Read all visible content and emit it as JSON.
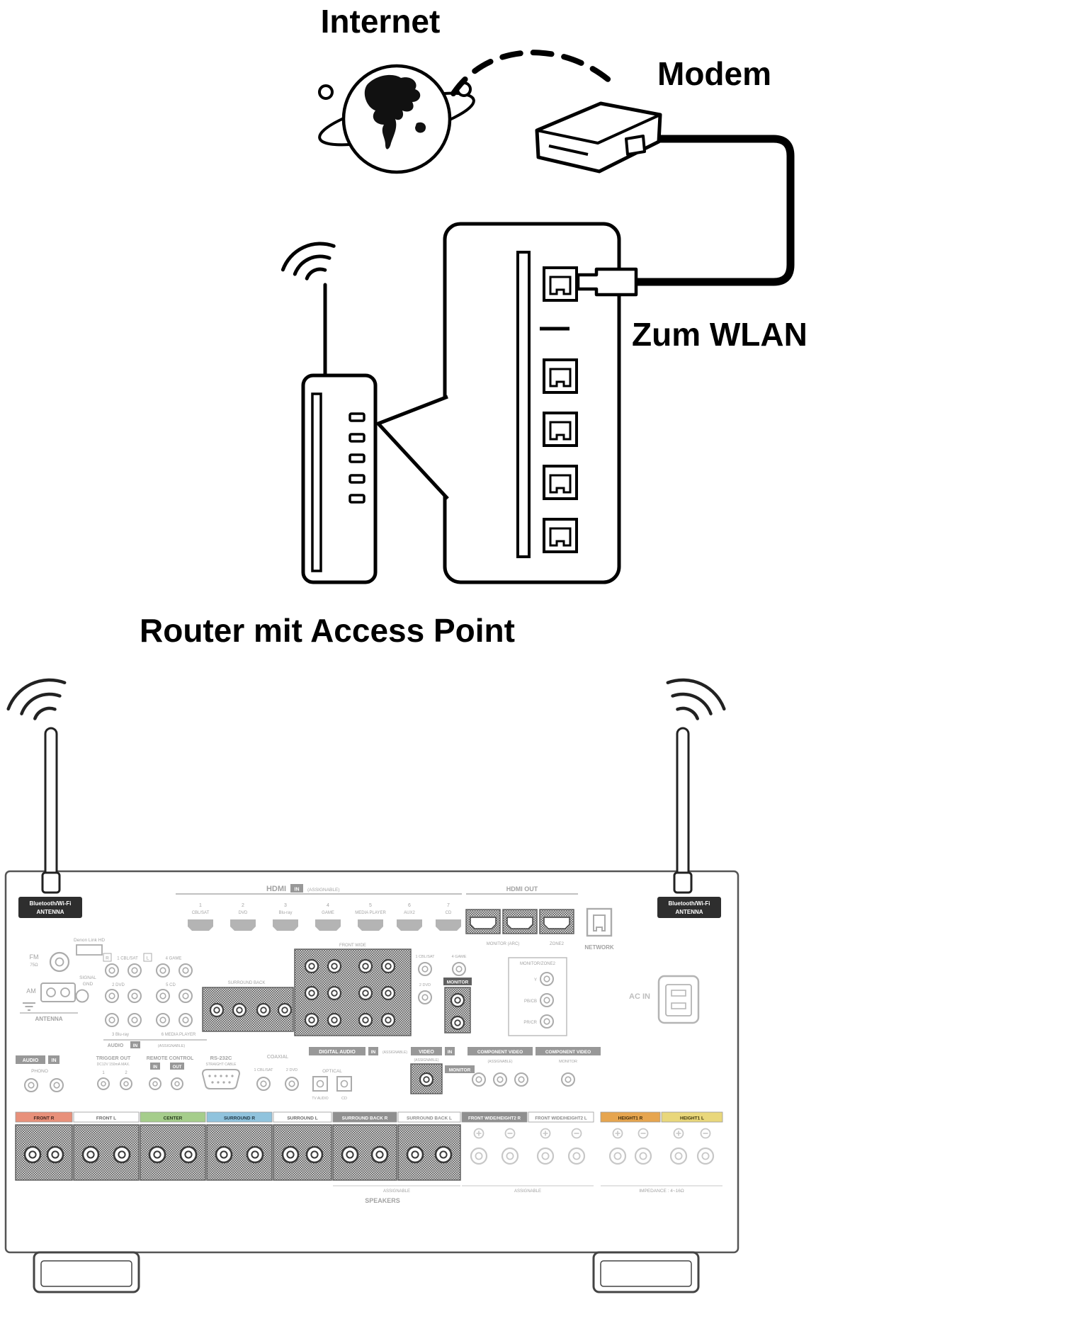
{
  "diagram": {
    "internet_label": "Internet",
    "modem_label": "Modem",
    "wlan_label": "Zum WLAN",
    "router_caption": "Router mit Access Point"
  },
  "receiver": {
    "antenna_badge_line1": "Bluetooth/Wi-Fi",
    "antenna_badge_line2": "ANTENNA",
    "hdmi": {
      "title": "HDMI",
      "in": "IN",
      "assignable": "(ASSIGNABLE)",
      "out_title": "HDMI OUT",
      "monitor_arc": "MONITOR (ARC)",
      "zone2": "ZONE2",
      "inputs": [
        {
          "num": "1",
          "name": "CBL/SAT"
        },
        {
          "num": "2",
          "name": "DVD"
        },
        {
          "num": "3",
          "name": "Blu-ray"
        },
        {
          "num": "4",
          "name": "GAME"
        },
        {
          "num": "5",
          "name": "MEDIA PLAYER"
        },
        {
          "num": "6",
          "name": "AUX2"
        },
        {
          "num": "7",
          "name": "CD"
        }
      ]
    },
    "network_label": "NETWORK",
    "denon_link": "Denon Link HD",
    "tuner": {
      "fm": "FM",
      "ohm": "75Ω",
      "am": "AM",
      "signal_gnd_1": "SIGNAL",
      "signal_gnd_2": "GND",
      "antenna": "ANTENNA"
    },
    "analog_in": {
      "r": "R",
      "l": "L",
      "row1a": "1 CBL/SAT",
      "row1b": "4 GAME",
      "row2a": "2 DVD",
      "row2b": "5 CD",
      "row3a": "3 Blu-ray",
      "row3b": "6 MEDIA PLAYER",
      "audio": "AUDIO",
      "in": "IN",
      "assignable": "(ASSIGNABLE)"
    },
    "mid_labels": {
      "surround_back": "SURROUND BACK",
      "front_wide": "FRONT WIDE",
      "cbl_sat": "1 CBL/SAT",
      "game": "4 GAME",
      "dvd": "2 DVD",
      "monitor": "MONITOR",
      "monitor_zone2": "MONITOR/ZONE2",
      "y": "Y",
      "pb": "PB/CB",
      "pr": "PR/CR"
    },
    "ac_in": "AC IN",
    "io_row": {
      "audio": "AUDIO",
      "in": "IN",
      "out": "OUT",
      "phono": "PHONO",
      "trigger_out": "TRIGGER OUT",
      "trigger_spec": "DC12V 150mA MAX.",
      "t1": "1",
      "t2": "2",
      "remote_control": "REMOTE CONTROL",
      "rs232c": "RS-232C",
      "straight_cable": "STRAIGHT CABLE",
      "coaxial": "COAXIAL",
      "coax1": "1 CBL/SAT",
      "coax2": "2 DVD",
      "optical": "OPTICAL",
      "tv_audio": "TV AUDIO",
      "cd": "CD",
      "digital_audio": "DIGITAL AUDIO",
      "video": "VIDEO",
      "monitor": "MONITOR",
      "component_video": "COMPONENT VIDEO",
      "assignable": "(ASSIGNABLE)"
    },
    "speakers": {
      "speakers_label": "SPEAKERS",
      "impedance_label": "IMPEDANCE : 4~16Ω",
      "assignable_label": "ASSIGNABLE",
      "terminals": [
        {
          "label": "FRONT R",
          "color": "#e8907a",
          "text_color": "#3f221b"
        },
        {
          "label": "FRONT L",
          "color": "#ffffff",
          "text_color": "#666666"
        },
        {
          "label": "CENTER",
          "color": "#a5cd8b",
          "text_color": "#25391b"
        },
        {
          "label": "SURROUND R",
          "color": "#90c3dd",
          "text_color": "#1d3341"
        },
        {
          "label": "SURROUND L",
          "color": "#ffffff",
          "text_color": "#666666"
        },
        {
          "label": "SURROUND BACK R",
          "color": "#8f8f8f",
          "text_color": "#ffffff"
        },
        {
          "label": "SURROUND BACK L",
          "color": "#ffffff",
          "text_color": "#8a8a8a"
        },
        {
          "label": "FRONT WIDE/HEIGHT2 R",
          "color": "#8f8f8f",
          "text_color": "#ffffff"
        },
        {
          "label": "FRONT WIDE/HEIGHT2 L",
          "color": "#ffffff",
          "text_color": "#8a8a8a"
        },
        {
          "label": "HEIGHT1 R",
          "color": "#e6a54f",
          "text_color": "#3d2a09"
        },
        {
          "label": "HEIGHT1 L",
          "color": "#e9d77b",
          "text_color": "#3b3309"
        }
      ]
    }
  }
}
